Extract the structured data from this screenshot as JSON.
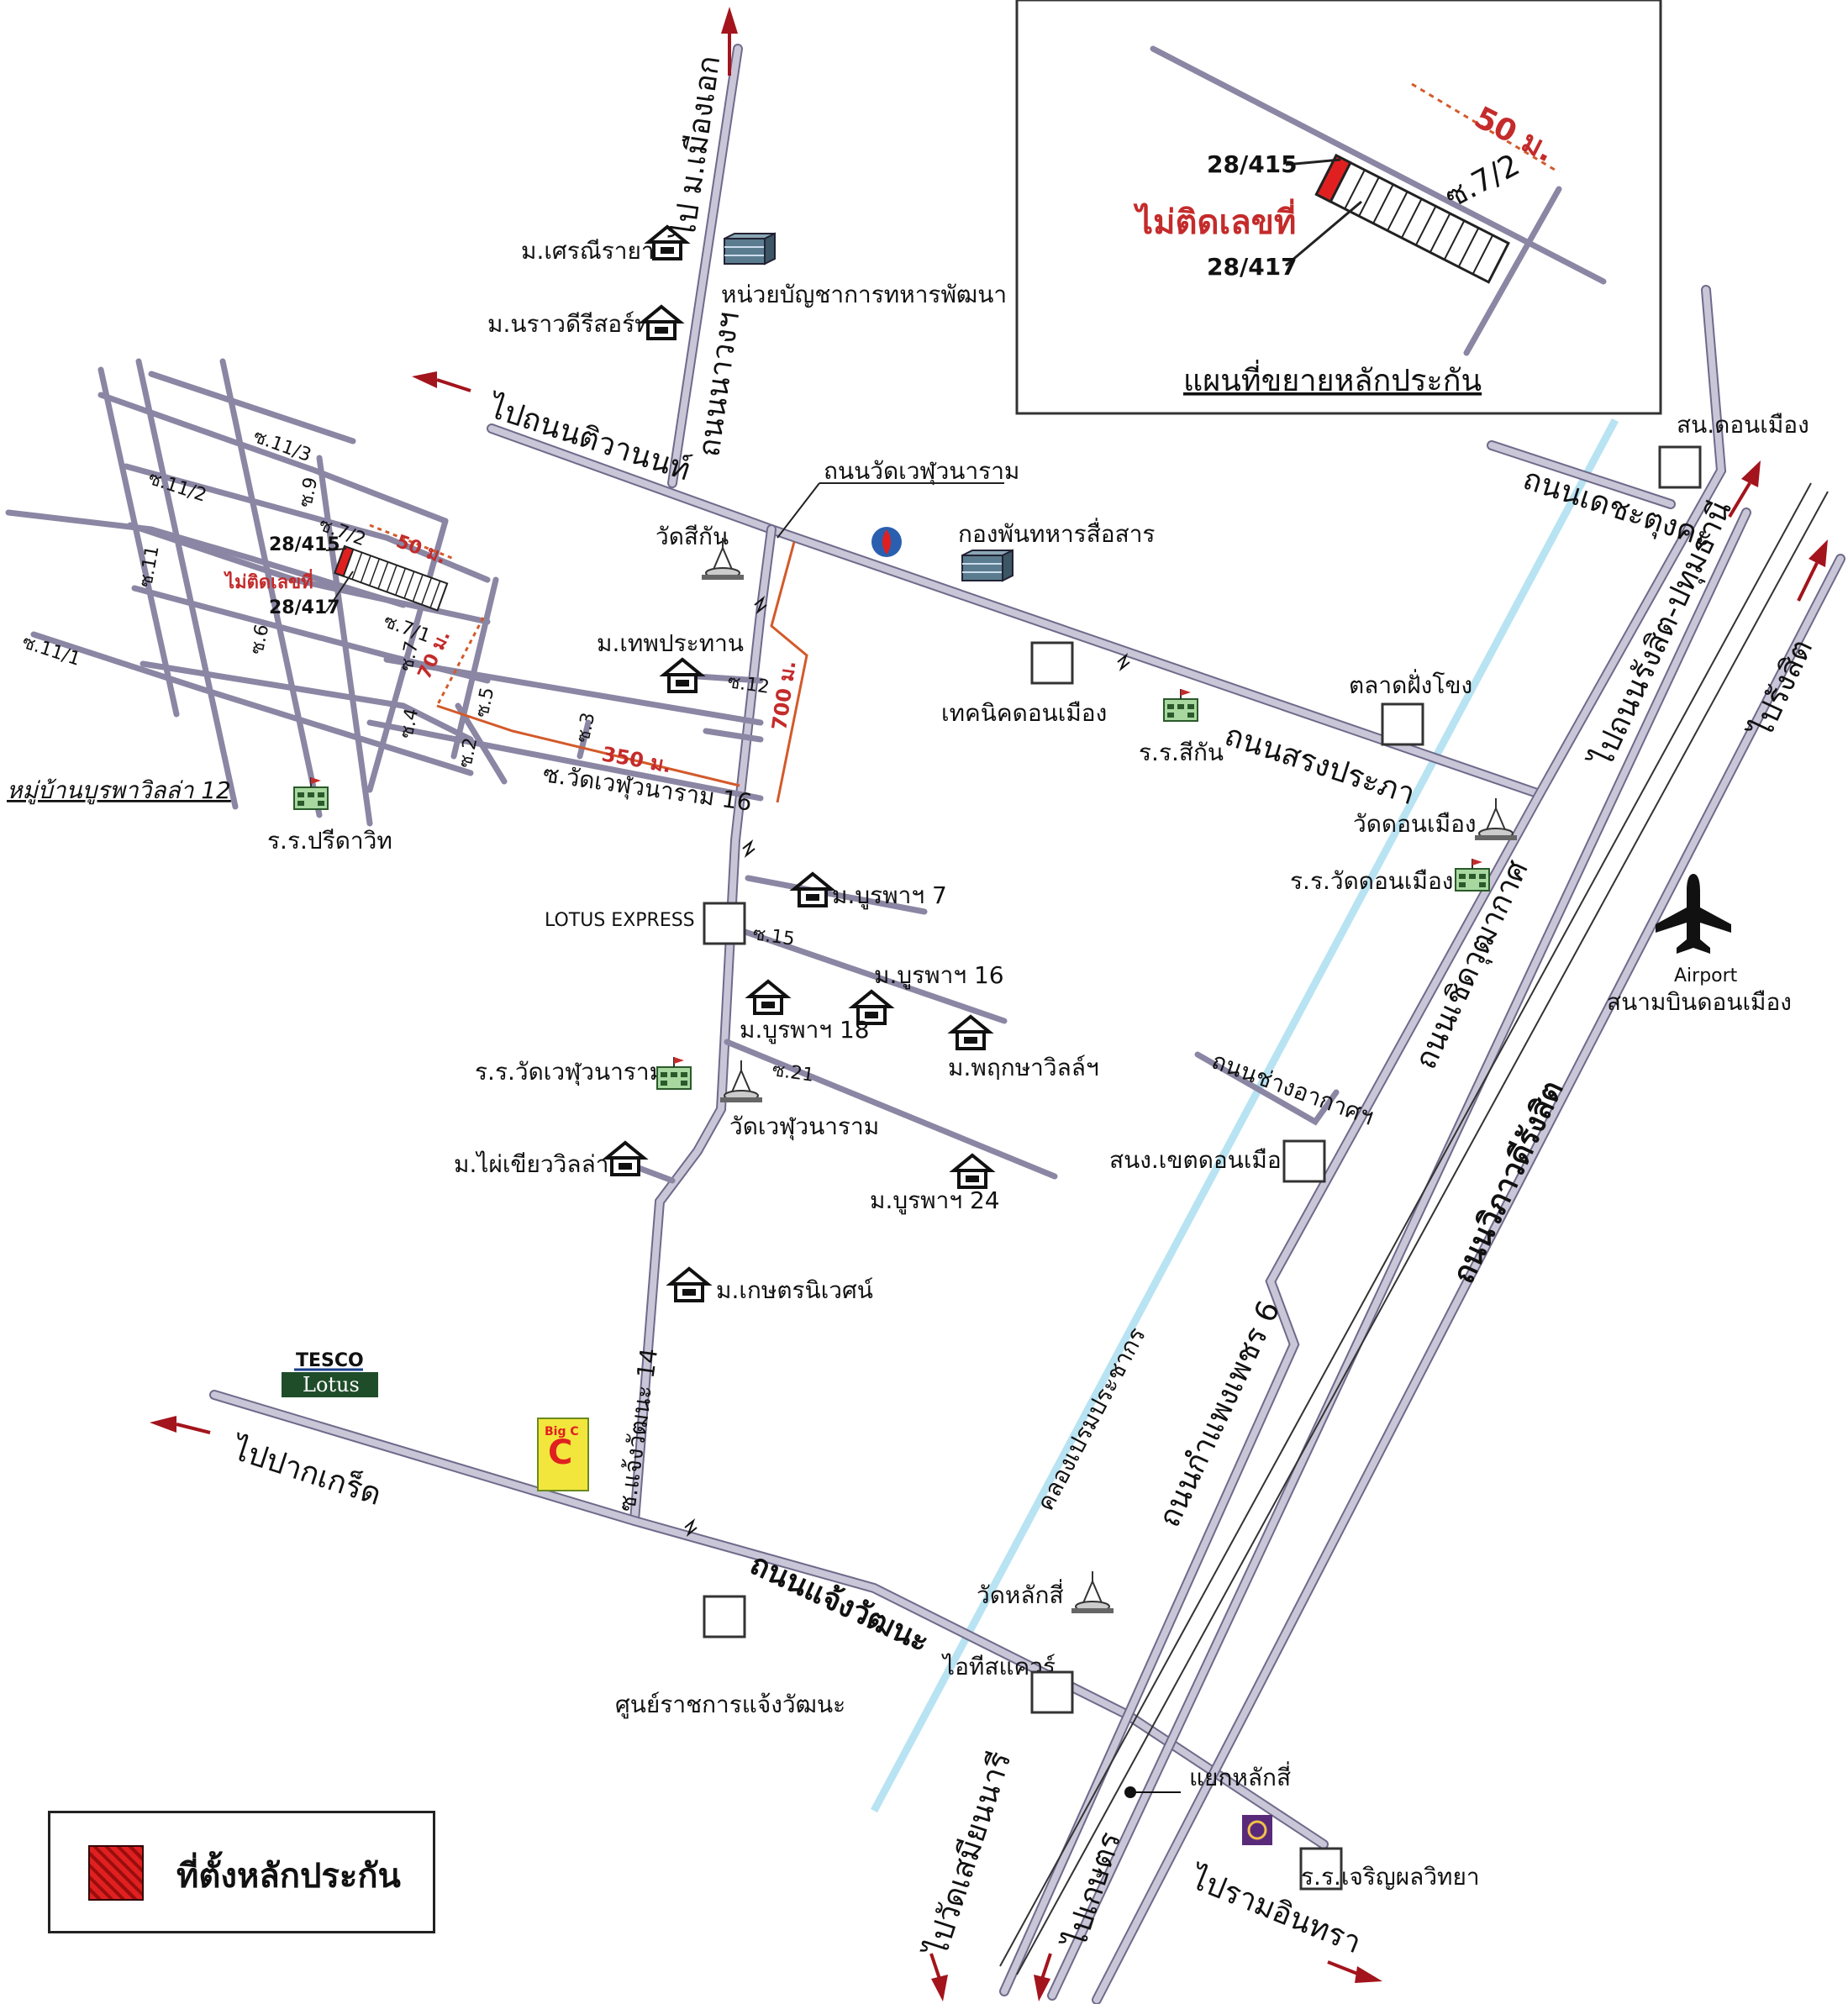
{
  "inset": {
    "label_415": "28/415",
    "label_no_number": "ไม่ติดเลขที่",
    "label_417": "28/417",
    "dim_50": "50 ม.",
    "soi_72": "ซ.7/2",
    "title": "แผนที่ขยายหลักประกัน"
  },
  "directions": {
    "mueang_ek": "ไป ม.เมืองเอก",
    "tiwanon": "ไปถนนติวานนท์",
    "pak_kret": "ไปปากเกร็ด",
    "rangsit_right": "ไปรังสิต",
    "rangsit_pathum": "ไปถนนรังสิต-ปทุมธานี",
    "wat_samian": "ไปวัดเสมียนนารี",
    "kaset": "ไปเกษตร",
    "ram_inthra": "ไปรามอินทรา"
  },
  "roads": {
    "nawong": "ถนนนาวงฯ",
    "wat_wephu_label": "ถนนวัดเวฬุวนาราม",
    "songprapa": "ถนนสรงประภา",
    "dechatungkha": "ถนนเดชะตุงคะ",
    "choetwutthakat": "ถนนเชิดวุฒากาศ",
    "chang_akat": "ถนนช่างอากาศฯ",
    "kamphaeng_phet": "ถนนกำแพงเพชร 6",
    "vibhavadi": "ถนนวิภาวดีรังสิต",
    "chaeng_watthana": "ถนนแจ้งวัฒนะ",
    "soi_chaeng_14": "ซ.แจ้งวัฒนะ 14",
    "soi_wat_wephu_16": "ซ.วัดเวฬุวนาราม 16",
    "canal": "คลองเปรมประชากร"
  },
  "places": {
    "m_sreeraya": "ม.เศรณีรายา",
    "m_narawadee": "ม.นราวดีรีสอร์ท",
    "army_unit": "หน่วยบัญชาการทหารพัฒนา",
    "wat_si_kan": "วัดสีกัน",
    "signal_batt": "กองพันทหารสื่อสาร",
    "m_thep": "ม.เทพประทาน",
    "tech_donmueang": "เทคนิคดอนเมือง",
    "school_sikan": "ร.ร.สีกัน",
    "talat_fang": "ตลาดฝั่งโขง",
    "wat_don_mueang": "วัดดอนเมือง",
    "school_wat_dm": "ร.ร.วัดดอนเมือง",
    "sn_dm": "สน.ดอนเมือง",
    "airport_en": "Airport",
    "airport_th": "สนามบินดอนเมือง",
    "village": "หมู่บ้านบูรพาวิลล่า 12",
    "school_pre": "ร.ร.ปรีดาวิท",
    "lotus_express": "LOTUS EXPRESS",
    "m_burapha7": "ม.บูรพาฯ 7",
    "m_burapha16": "ม.บูรพาฯ 16",
    "m_burapha18": "ม.บูรพาฯ 18",
    "m_pruksa": "ม.พฤกษาวิลล์ฯ",
    "school_wat_wephu": "ร.ร.วัดเวฬุวนาราม",
    "wat_wephu": "วัดเวฬุวนาราม",
    "m_phai": "ม.ไผ่เขียววิลล่า",
    "m_burapha24": "ม.บูรพาฯ 24",
    "m_kaset": "ม.เกษตรนิเวศน์",
    "district_office": "สนง.เขตดอนเมือง",
    "tesco": "TESCO",
    "lotus": "Lotus",
    "bigc": "Big C",
    "wat_lak_si": "วัดหลักสี่",
    "it_square": "ไอทีสแควร์",
    "gov_center": "ศูนย์ราชการแจ้งวัฒนะ",
    "lak_si_junction": "แยกหลักสี่",
    "school_charoen": "ร.ร.เจริญผลวิทยา"
  },
  "soi": {
    "s113": "ซ.11/3",
    "s112": "ซ.11/2",
    "s11": "ซ.11",
    "s111": "ซ.11/1",
    "s9": "ซ.9",
    "s72": "ซ.7/2",
    "s71": "ซ.7/1",
    "s7": "ซ.7",
    "s6": "ซ.6",
    "s5": "ซ.5",
    "s4": "ซ.4",
    "s3": "ซ.3",
    "s2": "ซ.2",
    "s12": "ซ.12",
    "s15": "ซ.15",
    "s21": "ซ.21"
  },
  "detail": {
    "label_415": "28/415",
    "label_no_number": "ไม่ติดเลขที่",
    "label_417": "28/417",
    "dim_50": "50 ม.",
    "dim_70": "70 ม.",
    "dim_350": "350 ม.",
    "dim_700": "700 ม."
  },
  "legend": {
    "text": "ที่ตั้งหลักประกัน"
  }
}
